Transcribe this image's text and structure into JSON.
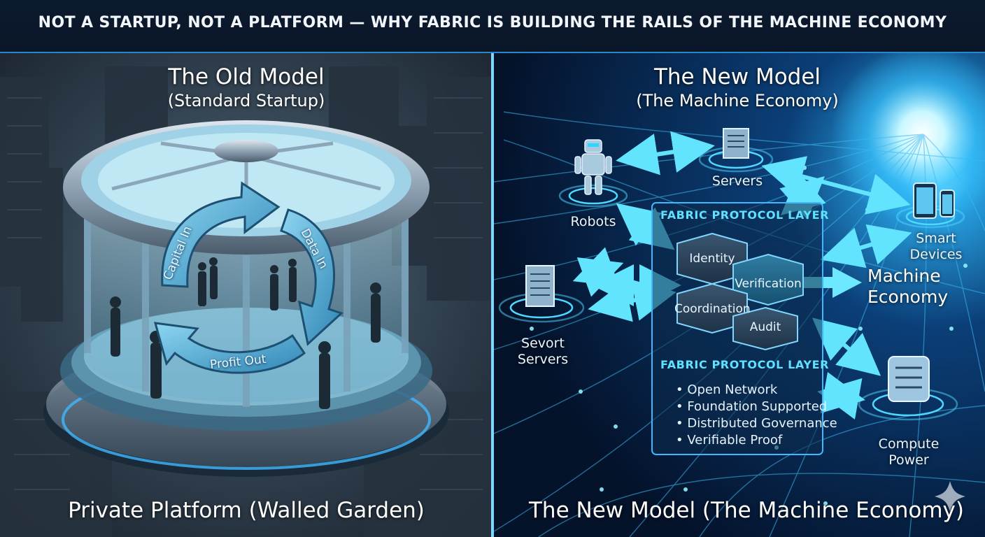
{
  "title": "NOT A STARTUP, NOT A PLATFORM — WHY FABRIC IS BUILDING THE RAILS OF THE MACHINE ECONOMY",
  "left": {
    "heading": "The Old Model",
    "subheading": "(Standard Startup)",
    "cycle": {
      "capital_in": "Capital In",
      "data_in": "Data In",
      "profit_out": "Profit Out"
    },
    "footer": "Private Platform (Walled Garden)"
  },
  "right": {
    "heading": "The New Model",
    "subheading": "(The Machine Economy)",
    "nodes": {
      "servers": "Servers",
      "robots": "Robots",
      "smart_devices": [
        "Smart",
        "Devices"
      ],
      "sevort_servers": [
        "Sevort",
        "Servers"
      ],
      "machine_economy": [
        "Machine",
        "Economy"
      ],
      "compute_power": [
        "Compute",
        "Power"
      ]
    },
    "protocol": {
      "top_label": "FABRIC PROTOCOL LAYER",
      "hexes": [
        "Identity",
        "Verification",
        "Coordination",
        "Audit"
      ],
      "bottom_label": "FABRIC PROTOCOL LAYER",
      "bullets": [
        "• Open Network",
        "• Foundation Supported",
        "• Distributed Governance",
        "• Verifiable Proof"
      ]
    },
    "footer": "The New Model (The Machine Economy)"
  },
  "colors": {
    "accent": "#2a87c8",
    "cyan": "#5fe2ff",
    "glow": "#3fb8ff",
    "old_bg": "#2c3a48",
    "new_bg": "#071a35"
  }
}
